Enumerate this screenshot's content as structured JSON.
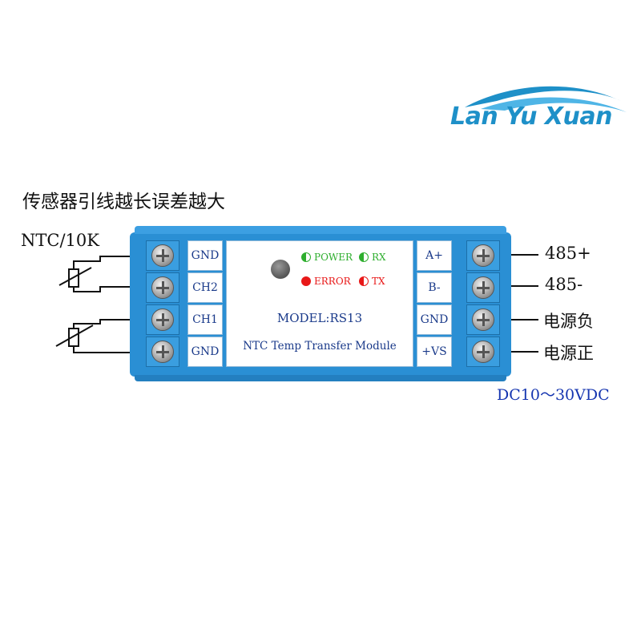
{
  "logo": {
    "text": "Lan Yu Xuan",
    "color": "#1e90c8"
  },
  "heading": "传感器引线越长误差越大",
  "sensor_label": "NTC/10K",
  "module": {
    "left_pins": [
      "GND",
      "CH2",
      "CH1",
      "GND"
    ],
    "right_pins": [
      "A+",
      "B-",
      "GND",
      "+VS"
    ],
    "indicators": {
      "power": "POWER",
      "rx": "RX",
      "error": "ERROR",
      "tx": "TX"
    },
    "model": "MODEL:RS13",
    "description": "NTC Temp Transfer Module",
    "body_color": "#2a8fd4"
  },
  "connections": {
    "rs485_plus": "485+",
    "rs485_minus": "485-",
    "power_negative": "电源负",
    "power_positive": "电源正"
  },
  "supply_range": "DC10～30VDC"
}
